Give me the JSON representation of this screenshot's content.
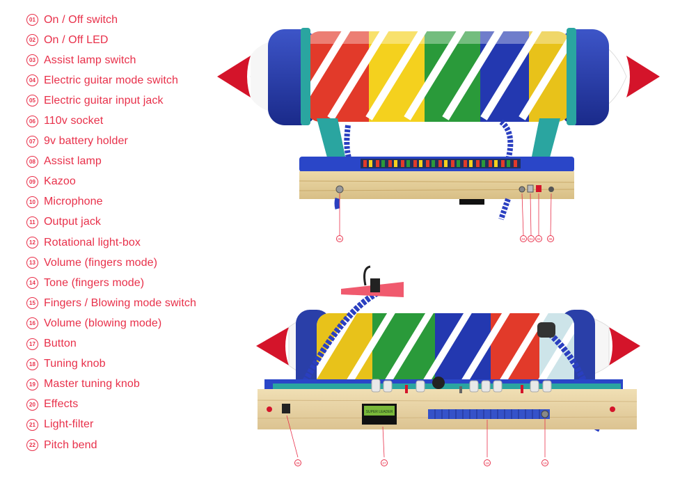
{
  "colors": {
    "accent": "#e8304a"
  },
  "legend": [
    {
      "num": "01",
      "label": "On / Off switch"
    },
    {
      "num": "02",
      "label": "On / Off LED"
    },
    {
      "num": "03",
      "label": "Assist lamp switch"
    },
    {
      "num": "04",
      "label": "Electric guitar mode switch"
    },
    {
      "num": "05",
      "label": "Electric guitar input jack"
    },
    {
      "num": "06",
      "label": "110v socket"
    },
    {
      "num": "07",
      "label": "9v battery holder"
    },
    {
      "num": "08",
      "label": "Assist lamp"
    },
    {
      "num": "09",
      "label": "Kazoo"
    },
    {
      "num": "10",
      "label": "Microphone"
    },
    {
      "num": "11",
      "label": "Output jack"
    },
    {
      "num": "12",
      "label": "Rotational light-box"
    },
    {
      "num": "13",
      "label": "Volume (fingers mode)"
    },
    {
      "num": "14",
      "label": "Tone (fingers mode)"
    },
    {
      "num": "15",
      "label": "Fingers / Blowing mode switch"
    },
    {
      "num": "16",
      "label": "Volume (blowing mode)"
    },
    {
      "num": "17",
      "label": "Button"
    },
    {
      "num": "18",
      "label": "Tuning knob"
    },
    {
      "num": "19",
      "label": "Master tuning knob"
    },
    {
      "num": "20",
      "label": "Effects"
    },
    {
      "num": "21",
      "label": "Light-filter"
    },
    {
      "num": "22",
      "label": "Pitch bend"
    }
  ],
  "top_callouts": [
    "05",
    "04",
    "01",
    "02",
    "06"
  ],
  "bottom_callouts": [
    "08",
    "07",
    "18",
    "19"
  ],
  "battery_label": "SUPER LEADER"
}
